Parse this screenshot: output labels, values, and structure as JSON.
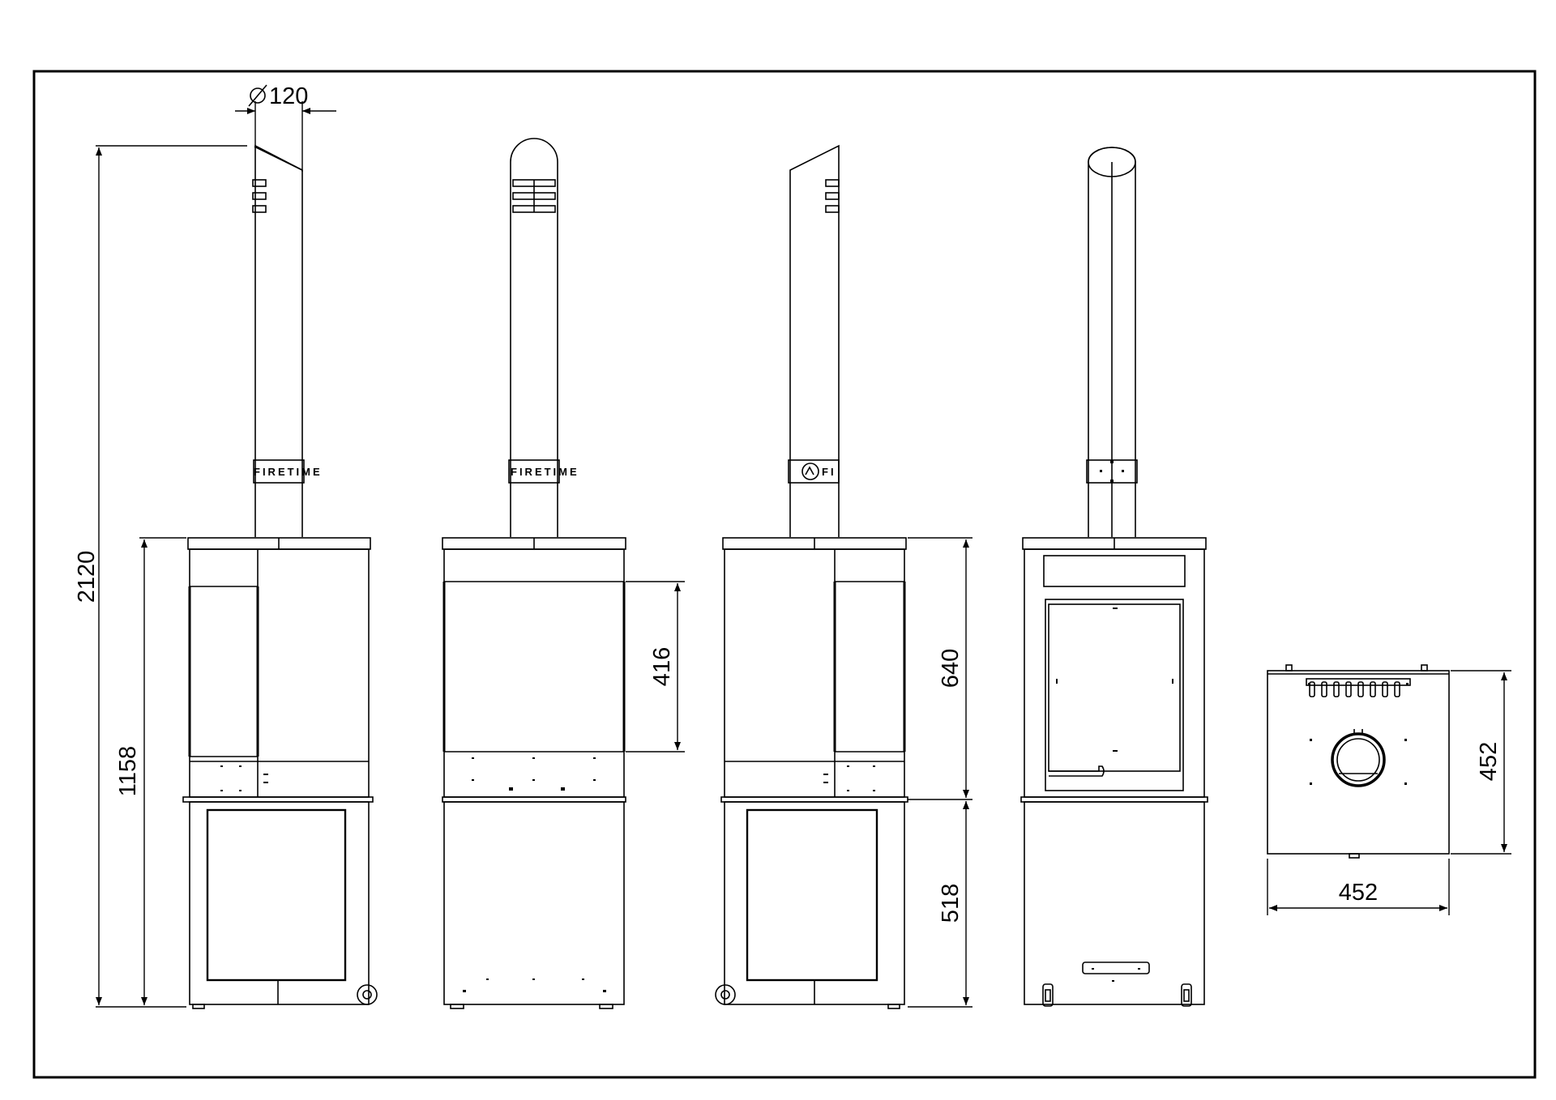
{
  "drawing": {
    "brand_text": "FIRETIME",
    "brand_text_side": "FI",
    "dimensions": {
      "flue_diameter": "120",
      "total_height": "2120",
      "body_height": "1158",
      "window_height": "416",
      "firebox_height": "640",
      "base_height": "518",
      "top_depth": "452",
      "top_width": "452"
    }
  }
}
